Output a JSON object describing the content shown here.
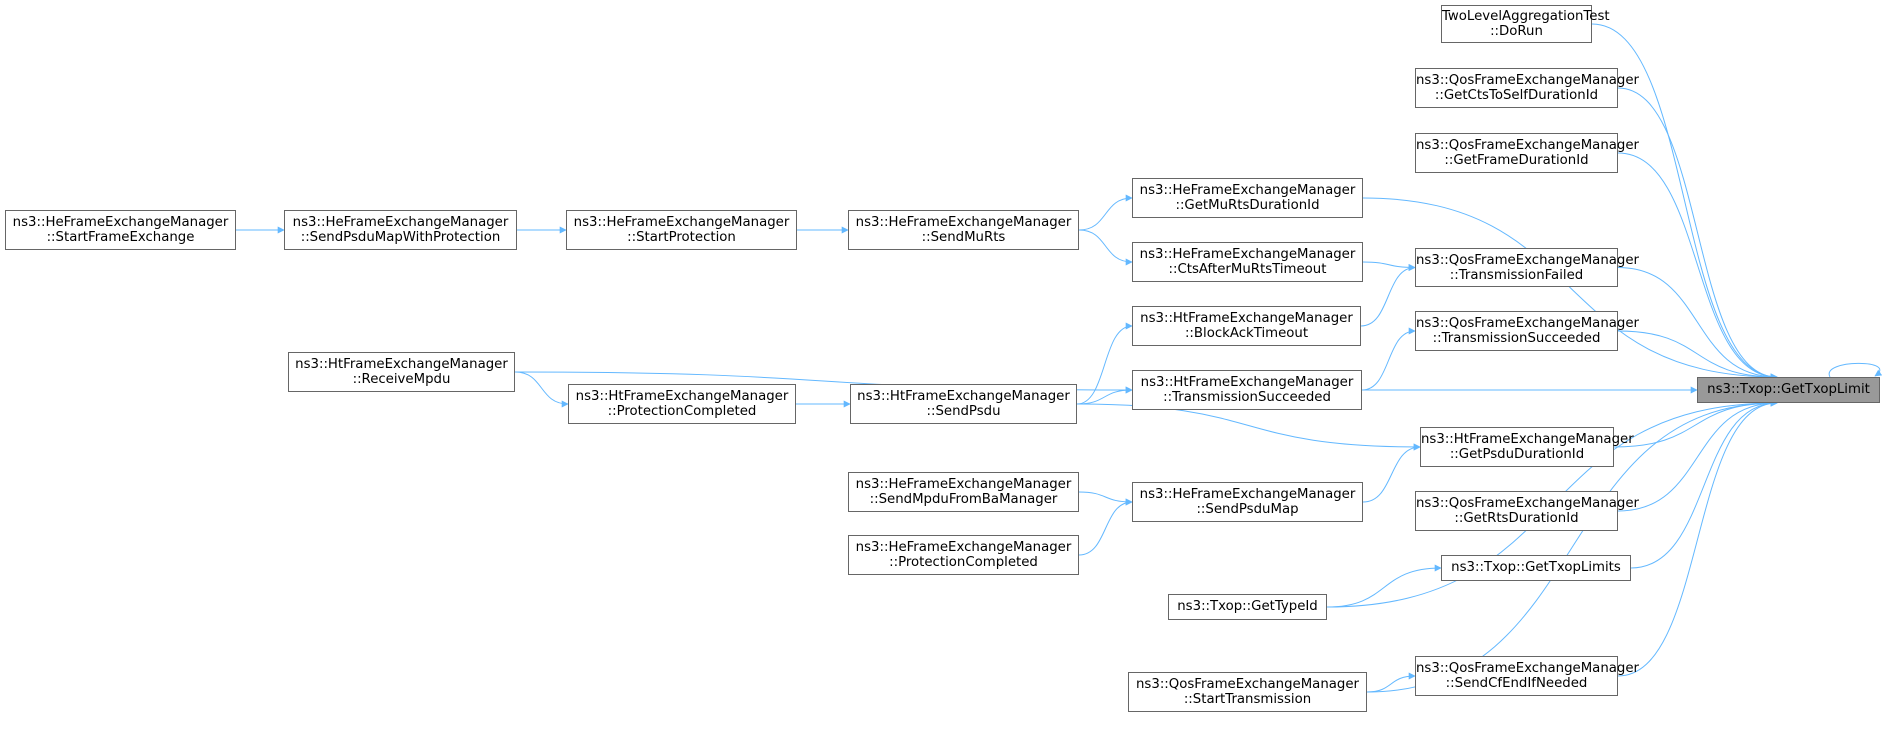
{
  "edge_color": "#63b8ff",
  "node_border_color": "#666666",
  "root_fill_color": "#999999",
  "nodes": {
    "root": {
      "lines": [
        "ns3::Txop::GetTxopLimit"
      ]
    },
    "two_level_aggregation_test_dorun": {
      "lines": [
        "TwoLevelAggregationTest",
        "::DoRun"
      ]
    },
    "qos_get_cts_to_self_duration_id": {
      "lines": [
        "ns3::QosFrameExchangeManager",
        "::GetCtsToSelfDurationId"
      ]
    },
    "qos_get_frame_duration_id": {
      "lines": [
        "ns3::QosFrameExchangeManager",
        "::GetFrameDurationId"
      ]
    },
    "he_get_mu_rts_duration_id": {
      "lines": [
        "ns3::HeFrameExchangeManager",
        "::GetMuRtsDurationId"
      ]
    },
    "qos_transmission_failed": {
      "lines": [
        "ns3::QosFrameExchangeManager",
        "::TransmissionFailed"
      ]
    },
    "he_cts_after_mu_rts_timeout": {
      "lines": [
        "ns3::HeFrameExchangeManager",
        "::CtsAfterMuRtsTimeout"
      ]
    },
    "ht_block_ack_timeout": {
      "lines": [
        "ns3::HtFrameExchangeManager",
        "::BlockAckTimeout"
      ]
    },
    "qos_transmission_succeeded": {
      "lines": [
        "ns3::QosFrameExchangeManager",
        "::TransmissionSucceeded"
      ]
    },
    "ht_transmission_succeeded": {
      "lines": [
        "ns3::HtFrameExchangeManager",
        "::TransmissionSucceeded"
      ]
    },
    "ht_get_psdu_duration_id": {
      "lines": [
        "ns3::HtFrameExchangeManager",
        "::GetPsduDurationId"
      ]
    },
    "qos_get_rts_duration_id": {
      "lines": [
        "ns3::QosFrameExchangeManager",
        "::GetRtsDurationId"
      ]
    },
    "txop_get_txop_limits": {
      "lines": [
        "ns3::Txop::GetTxopLimits"
      ]
    },
    "txop_get_type_id": {
      "lines": [
        "ns3::Txop::GetTypeId"
      ]
    },
    "qos_send_cf_end_if_needed": {
      "lines": [
        "ns3::QosFrameExchangeManager",
        "::SendCfEndIfNeeded"
      ]
    },
    "qos_start_transmission": {
      "lines": [
        "ns3::QosFrameExchangeManager",
        "::StartTransmission"
      ]
    },
    "he_send_psdu_map": {
      "lines": [
        "ns3::HeFrameExchangeManager",
        "::SendPsduMap"
      ]
    },
    "he_send_mpdu_from_ba_manager": {
      "lines": [
        "ns3::HeFrameExchangeManager",
        "::SendMpduFromBaManager"
      ]
    },
    "he_protection_completed": {
      "lines": [
        "ns3::HeFrameExchangeManager",
        "::ProtectionCompleted"
      ]
    },
    "ht_send_psdu": {
      "lines": [
        "ns3::HtFrameExchangeManager",
        "::SendPsdu"
      ]
    },
    "ht_protection_completed": {
      "lines": [
        "ns3::HtFrameExchangeManager",
        "::ProtectionCompleted"
      ]
    },
    "ht_receive_mpdu": {
      "lines": [
        "ns3::HtFrameExchangeManager",
        "::ReceiveMpdu"
      ]
    },
    "he_send_mu_rts": {
      "lines": [
        "ns3::HeFrameExchangeManager",
        "::SendMuRts"
      ]
    },
    "he_start_protection": {
      "lines": [
        "ns3::HeFrameExchangeManager",
        "::StartProtection"
      ]
    },
    "he_send_psdu_map_with_protection": {
      "lines": [
        "ns3::HeFrameExchangeManager",
        "::SendPsduMapWithProtection"
      ]
    },
    "he_start_frame_exchange": {
      "lines": [
        "ns3::HeFrameExchangeManager",
        "::StartFrameExchange"
      ]
    }
  },
  "edges": [
    [
      "root",
      "root"
    ],
    [
      "two_level_aggregation_test_dorun",
      "root"
    ],
    [
      "qos_get_cts_to_self_duration_id",
      "root"
    ],
    [
      "qos_get_frame_duration_id",
      "root"
    ],
    [
      "he_get_mu_rts_duration_id",
      "root"
    ],
    [
      "qos_transmission_failed",
      "root"
    ],
    [
      "qos_transmission_succeeded",
      "root"
    ],
    [
      "ht_transmission_succeeded",
      "root"
    ],
    [
      "ht_get_psdu_duration_id",
      "root"
    ],
    [
      "qos_get_rts_duration_id",
      "root"
    ],
    [
      "txop_get_txop_limits",
      "root"
    ],
    [
      "txop_get_type_id",
      "root"
    ],
    [
      "qos_send_cf_end_if_needed",
      "root"
    ],
    [
      "qos_start_transmission",
      "root"
    ],
    [
      "he_send_mu_rts",
      "he_get_mu_rts_duration_id"
    ],
    [
      "he_send_mu_rts",
      "he_cts_after_mu_rts_timeout"
    ],
    [
      "he_cts_after_mu_rts_timeout",
      "qos_transmission_failed"
    ],
    [
      "ht_block_ack_timeout",
      "qos_transmission_failed"
    ],
    [
      "ht_transmission_succeeded",
      "qos_transmission_succeeded"
    ],
    [
      "ht_send_psdu",
      "ht_block_ack_timeout"
    ],
    [
      "ht_send_psdu",
      "ht_transmission_succeeded"
    ],
    [
      "ht_receive_mpdu",
      "ht_transmission_succeeded"
    ],
    [
      "ht_send_psdu",
      "ht_get_psdu_duration_id"
    ],
    [
      "he_send_psdu_map",
      "ht_get_psdu_duration_id"
    ],
    [
      "txop_get_type_id",
      "txop_get_txop_limits"
    ],
    [
      "qos_start_transmission",
      "qos_send_cf_end_if_needed"
    ],
    [
      "he_send_mpdu_from_ba_manager",
      "he_send_psdu_map"
    ],
    [
      "he_protection_completed",
      "he_send_psdu_map"
    ],
    [
      "ht_protection_completed",
      "ht_send_psdu"
    ],
    [
      "ht_receive_mpdu",
      "ht_protection_completed"
    ],
    [
      "he_start_protection",
      "he_send_mu_rts"
    ],
    [
      "he_send_psdu_map_with_protection",
      "he_start_protection"
    ],
    [
      "he_start_frame_exchange",
      "he_send_psdu_map_with_protection"
    ]
  ]
}
